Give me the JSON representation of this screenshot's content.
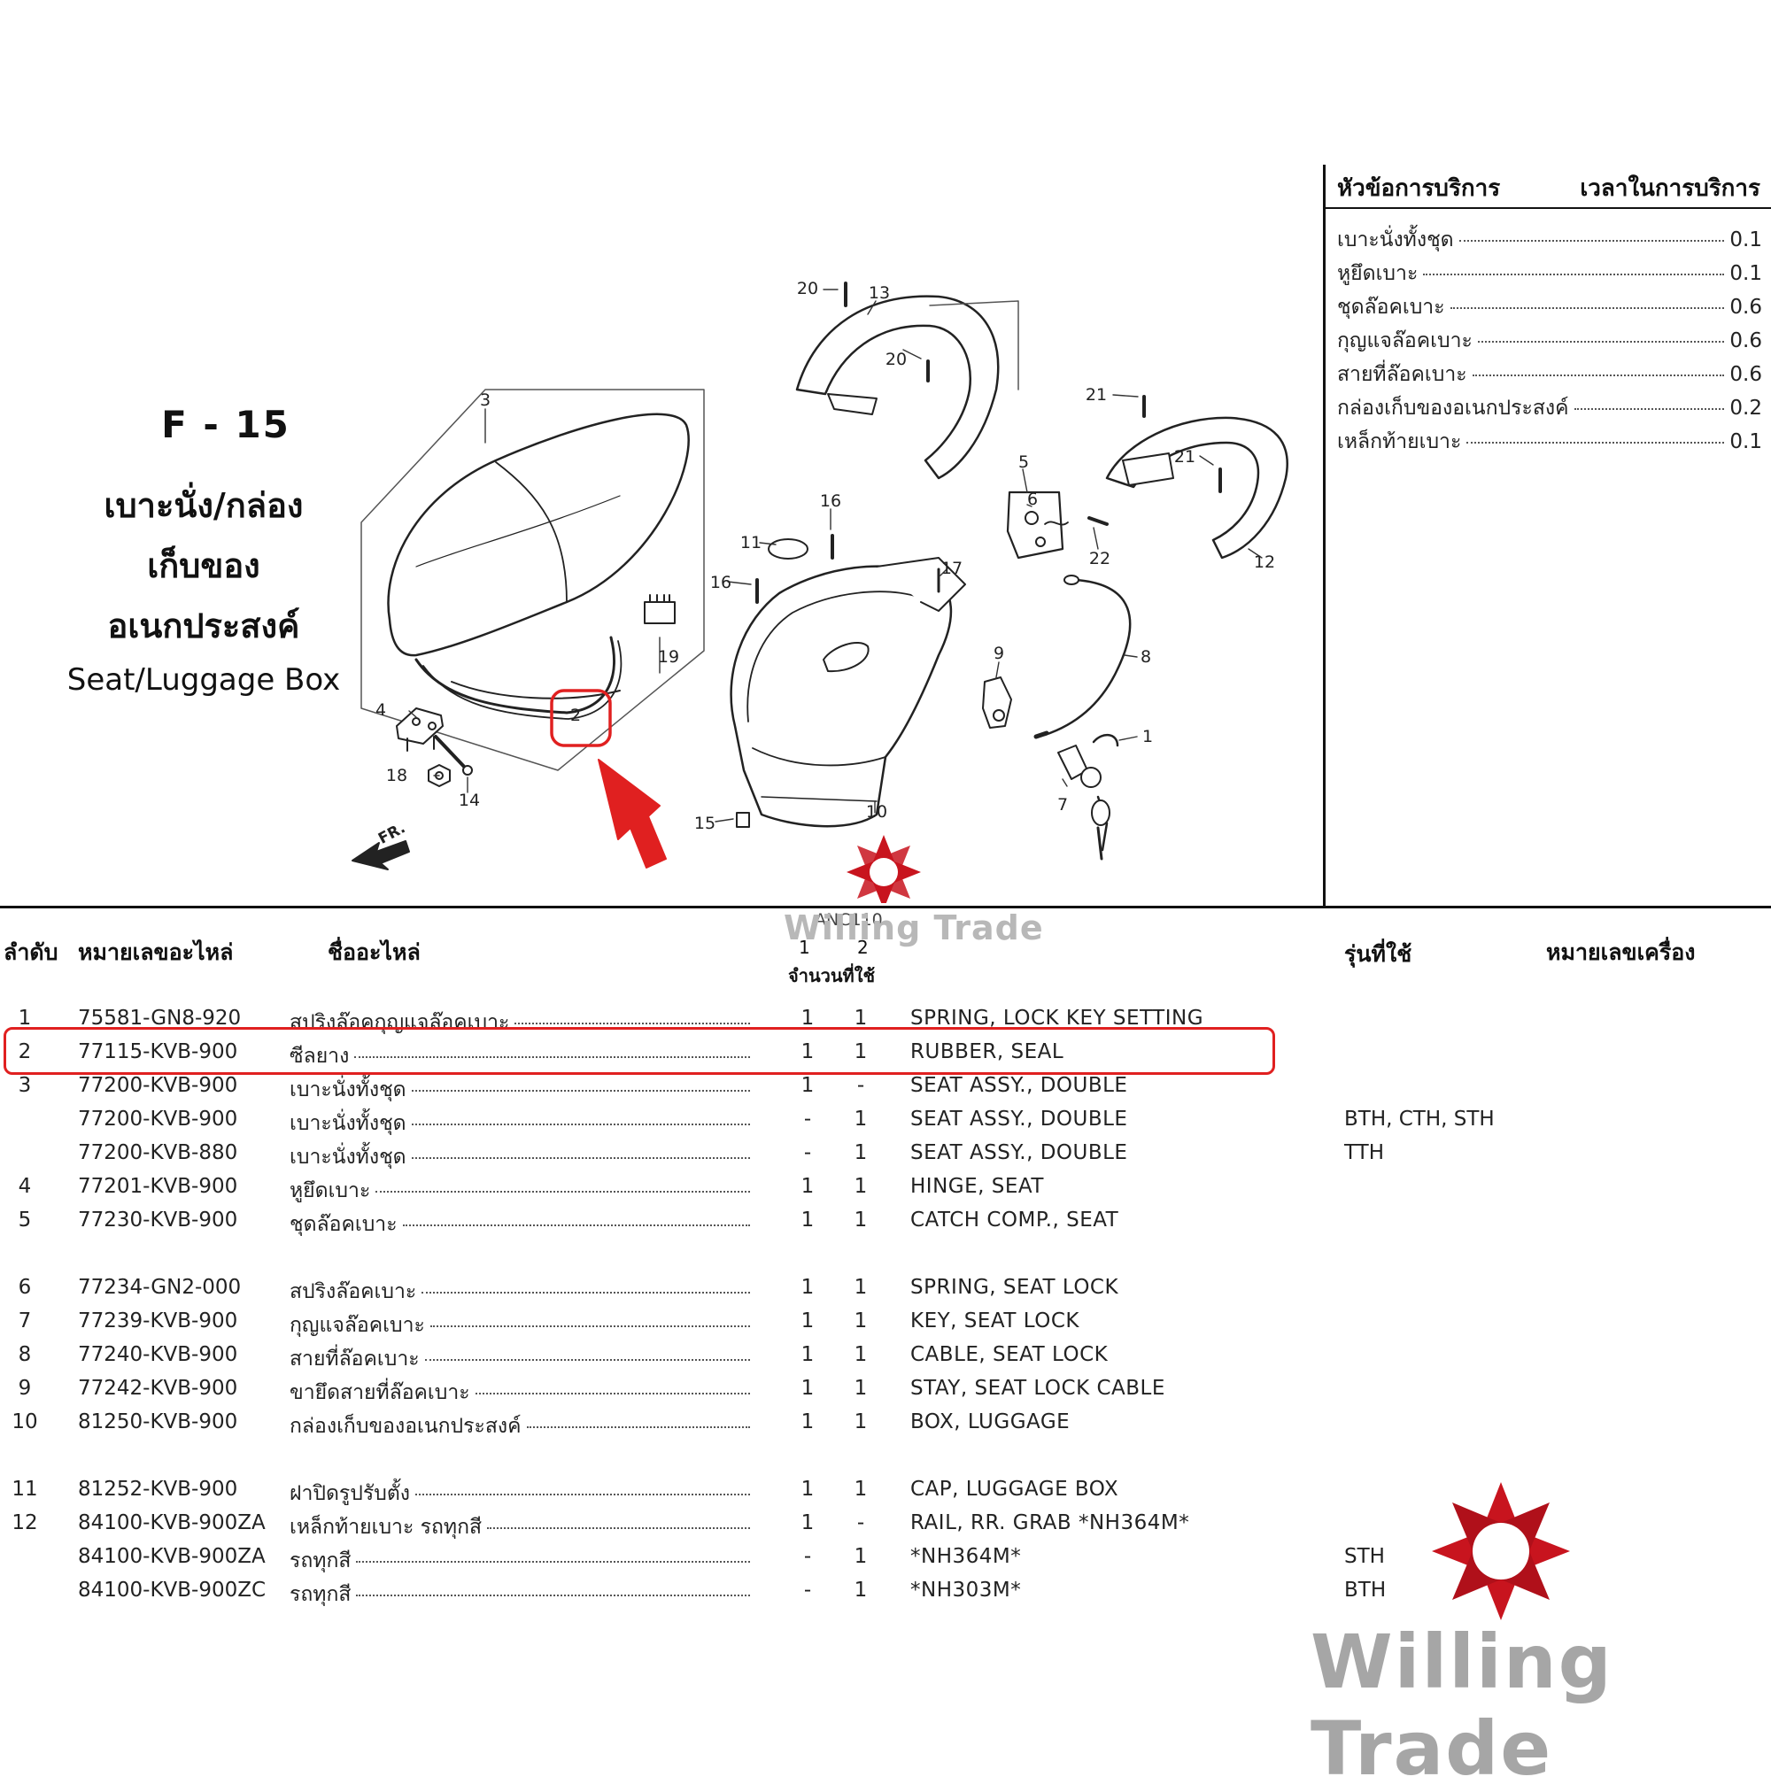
{
  "figure": {
    "code": "F - 15",
    "title_th_lines": [
      "เบาะนั่ง/กล่อง",
      "เก็บของ",
      "อเนกประสงค์"
    ],
    "title_en": "Seat/Luggage Box",
    "front_marker": "FR.",
    "callouts": [
      "1",
      "2",
      "3",
      "4",
      "5",
      "6",
      "7",
      "8",
      "9",
      "10",
      "11",
      "12",
      "13",
      "14",
      "15",
      "16",
      "16",
      "17",
      "18",
      "19",
      "20",
      "20",
      "21",
      "21",
      "22"
    ]
  },
  "service_table": {
    "col_topic": "หัวข้อการบริการ",
    "col_time": "เวลาในการบริการ",
    "rows": [
      {
        "name": "เบาะนั่งทั้งชุด",
        "time": "0.1"
      },
      {
        "name": "หูยึดเบาะ",
        "time": "0.1"
      },
      {
        "name": "ชุดล๊อคเบาะ",
        "time": "0.6"
      },
      {
        "name": "กุญแจล๊อคเบาะ",
        "time": "0.6"
      },
      {
        "name": "สายที่ล๊อคเบาะ",
        "time": "0.6"
      },
      {
        "name": "กล่องเก็บของอเนกประสงค์",
        "time": "0.2"
      },
      {
        "name": "เหล็กท้ายเบาะ",
        "time": "0.1"
      }
    ]
  },
  "parts_table": {
    "headers": {
      "no": "ลำดับ",
      "part_no": "หมายเลขอะไหล่",
      "part_name": "ชื่ออะไหล่",
      "qty_group": "จำนวนที่ใช้",
      "qty_col1": "1",
      "qty_col2": "2",
      "model": "รุ่นที่ใช้",
      "engine_no": "หมายเลขเครื่อง"
    },
    "rows": [
      {
        "no": "1",
        "part": "75581-GN8-920",
        "name": "สปริงล๊อคกุญแจล๊อคเบาะ",
        "q1": "1",
        "q2": "1",
        "en": "SPRING, LOCK KEY SETTING",
        "model": ""
      },
      {
        "no": "2",
        "part": "77115-KVB-900",
        "name": "ซีลยาง",
        "q1": "1",
        "q2": "1",
        "en": "RUBBER, SEAL",
        "model": ""
      },
      {
        "no": "3",
        "part": "77200-KVB-900",
        "name": "เบาะนั่งทั้งชุด",
        "q1": "1",
        "q2": "-",
        "en": "SEAT ASSY., DOUBLE",
        "model": ""
      },
      {
        "no": "",
        "part": "77200-KVB-900",
        "name": "เบาะนั่งทั้งชุด",
        "q1": "-",
        "q2": "1",
        "en": "SEAT ASSY., DOUBLE",
        "model": "BTH, CTH, STH"
      },
      {
        "no": "",
        "part": "77200-KVB-880",
        "name": "เบาะนั่งทั้งชุด",
        "q1": "-",
        "q2": "1",
        "en": "SEAT ASSY., DOUBLE",
        "model": "TTH"
      },
      {
        "no": "4",
        "part": "77201-KVB-900",
        "name": "หูยึดเบาะ",
        "q1": "1",
        "q2": "1",
        "en": "HINGE, SEAT",
        "model": ""
      },
      {
        "no": "5",
        "part": "77230-KVB-900",
        "name": "ชุดล๊อคเบาะ",
        "q1": "1",
        "q2": "1",
        "en": "CATCH COMP., SEAT",
        "model": ""
      },
      {
        "no": "6",
        "part": "77234-GN2-000",
        "name": "สปริงล๊อคเบาะ",
        "q1": "1",
        "q2": "1",
        "en": "SPRING, SEAT LOCK",
        "model": ""
      },
      {
        "no": "7",
        "part": "77239-KVB-900",
        "name": "กุญแจล๊อคเบาะ",
        "q1": "1",
        "q2": "1",
        "en": "KEY, SEAT LOCK",
        "model": ""
      },
      {
        "no": "8",
        "part": "77240-KVB-900",
        "name": "สายที่ล๊อคเบาะ",
        "q1": "1",
        "q2": "1",
        "en": "CABLE, SEAT LOCK",
        "model": ""
      },
      {
        "no": "9",
        "part": "77242-KVB-900",
        "name": "ขายึดสายที่ล๊อคเบาะ",
        "q1": "1",
        "q2": "1",
        "en": "STAY, SEAT LOCK CABLE",
        "model": ""
      },
      {
        "no": "10",
        "part": "81250-KVB-900",
        "name": "กล่องเก็บของอเนกประสงค์",
        "q1": "1",
        "q2": "1",
        "en": "BOX, LUGGAGE",
        "model": ""
      },
      {
        "no": "11",
        "part": "81252-KVB-900",
        "name": "ฝาปิดรูปรับตั้ง",
        "q1": "1",
        "q2": "1",
        "en": "CAP, LUGGAGE BOX",
        "model": ""
      },
      {
        "no": "12",
        "part": "84100-KVB-900ZA",
        "name": "เหล็กท้ายเบาะ รถทุกสี",
        "q1": "1",
        "q2": "-",
        "en": "RAIL, RR. GRAB *NH364M*",
        "model": ""
      },
      {
        "no": "",
        "part": "84100-KVB-900ZA",
        "name": "รถทุกสี",
        "q1": "-",
        "q2": "1",
        "en": "*NH364M*",
        "model": "STH"
      },
      {
        "no": "",
        "part": "84100-KVB-900ZC",
        "name": "รถทุกสี",
        "q1": "-",
        "q2": "1",
        "en": "*NH303M*",
        "model": "BTH"
      }
    ]
  },
  "watermark": {
    "brand": "Willing Trade",
    "model_tag": "ANC110"
  },
  "colors": {
    "highlight": "#e02020",
    "logo_red": "#c8141e",
    "watermark_gray": "#a6a6a6"
  }
}
